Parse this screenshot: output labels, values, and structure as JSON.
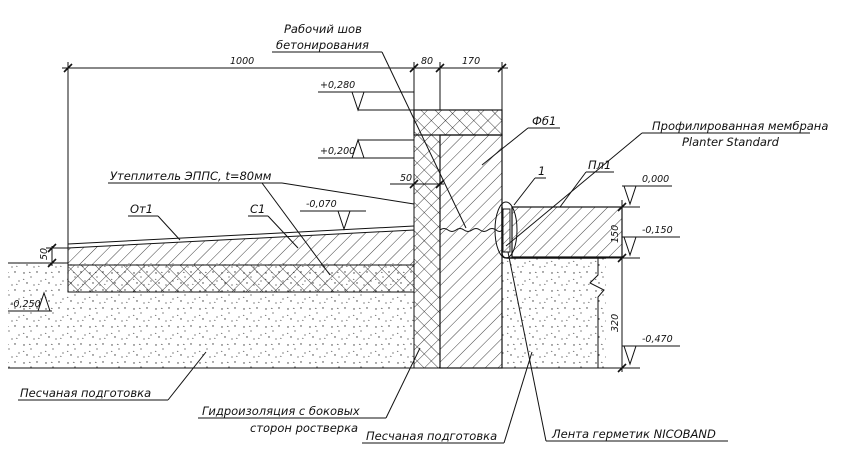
{
  "labels": {
    "work_joint_line1": "Рабочий шов",
    "work_joint_line2": "бетонирования",
    "membrane_line1": "Профилированная мембрана",
    "membrane_line2": "Planter Standard",
    "insulation": "Утеплитель ЭППС, t=80мм",
    "ot1": "От1",
    "c1": "С1",
    "fb1": "Фб1",
    "pl1": "Пл1",
    "callout_1": "1",
    "sand_left": "Песчаная подготовка",
    "waterproof_line1": "Гидроизоляция с боковых",
    "waterproof_line2": "сторон ростверка",
    "sand_right": "Песчаная подготовка",
    "sealant_tape": "Лента герметик NICOBAND"
  },
  "dimensions": {
    "d1000": "1000",
    "d80": "80",
    "d170": "170",
    "d50_left": "50",
    "d50_mid": "50",
    "d150": "150",
    "d320": "320"
  },
  "levels": {
    "l_p0280": "+0,280",
    "l_p0200": "+0,200",
    "l_m0070": "-0,070",
    "l_m0250": "-0,250",
    "l_0000": "0,000",
    "l_m0150": "-0,150",
    "l_m0470": "-0,470"
  }
}
